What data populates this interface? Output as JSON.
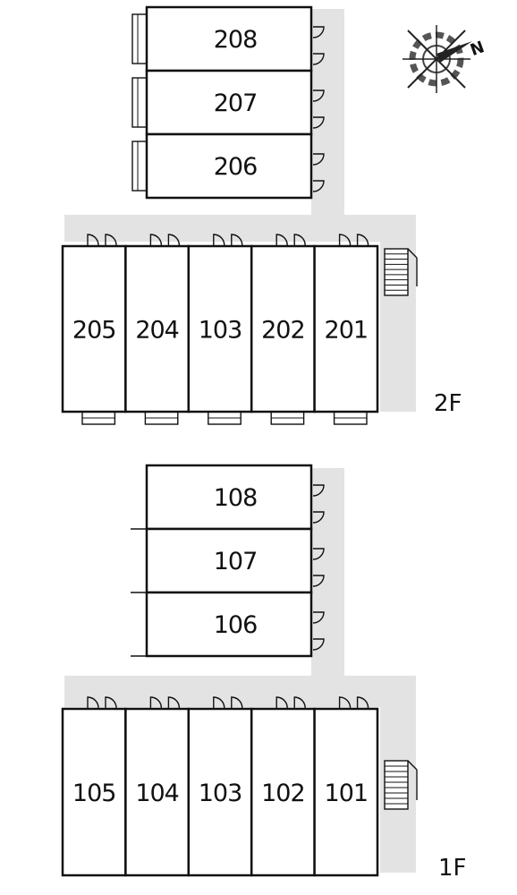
{
  "colors": {
    "corridor": "#e3e3e3",
    "wall": "#111111",
    "background": "#ffffff"
  },
  "compass": {
    "icon": "compass-rose-icon",
    "north_label": "N"
  },
  "floors": [
    {
      "label": "2F",
      "rear_units": [
        "208",
        "207",
        "206"
      ],
      "front_units": [
        "205",
        "204",
        "103",
        "202",
        "201"
      ]
    },
    {
      "label": "1F",
      "rear_units": [
        "108",
        "107",
        "106"
      ],
      "front_units": [
        "105",
        "104",
        "103",
        "102",
        "101"
      ]
    }
  ]
}
